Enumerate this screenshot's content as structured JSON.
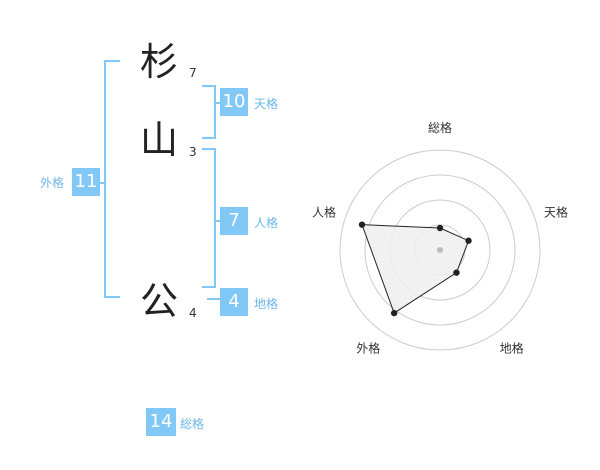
{
  "colors": {
    "accent": "#82c8f6",
    "label": "#6bb8ea",
    "kanji": "#222222",
    "grid": "#cccccc",
    "polygon_fill": "#eeeeee",
    "polygon_stroke": "#222222"
  },
  "name": {
    "chars": [
      {
        "char": "杉",
        "strokes": "7"
      },
      {
        "char": "山",
        "strokes": "3"
      },
      {
        "char": "公",
        "strokes": "4"
      }
    ]
  },
  "kakusu": {
    "tenkaku": {
      "value": "10",
      "label": "天格"
    },
    "jinkaku": {
      "value": "7",
      "label": "人格"
    },
    "chikaku": {
      "value": "4",
      "label": "地格"
    },
    "gaikaku": {
      "value": "11",
      "label": "外格"
    },
    "soukaku": {
      "value": "14",
      "label": "総格"
    }
  },
  "chart_data": {
    "type": "radar",
    "axes": [
      "総格",
      "天格",
      "地格",
      "外格",
      "人格"
    ],
    "values": [
      0.22,
      0.3,
      0.28,
      0.78,
      0.82
    ],
    "scale_rings": 4,
    "range": [
      0,
      1
    ]
  }
}
